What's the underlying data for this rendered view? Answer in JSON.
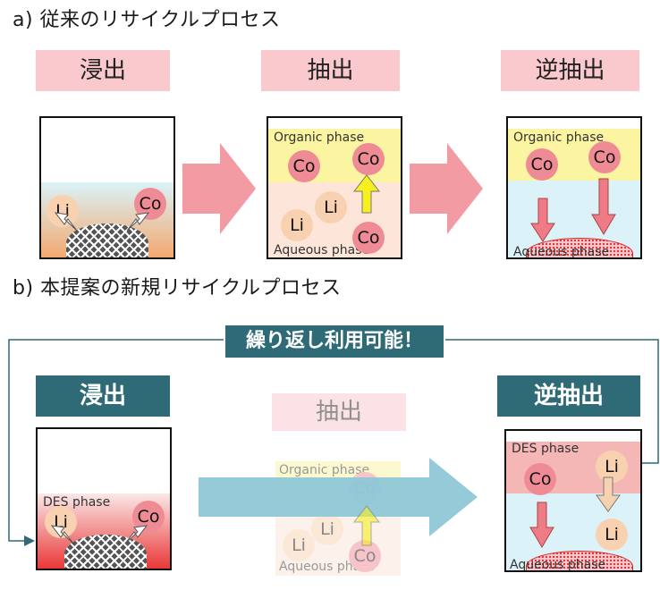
{
  "section_a": {
    "title": "a) 従来のリサイクルプロセス",
    "labels": [
      "浸出",
      "抽出",
      "逆抽出"
    ],
    "box2": {
      "organic": "Organic phase",
      "aqueous": "Aqueous phase",
      "items": [
        "Co",
        "Co",
        "Li",
        "Li",
        "Co"
      ]
    },
    "box3": {
      "organic": "Organic phase",
      "aqueous": "Aqueous phase",
      "items": [
        "Co",
        "Co"
      ]
    },
    "box1": {
      "items": [
        "Li",
        "Co"
      ]
    }
  },
  "section_b": {
    "title": "b) 本提案の新規リサイクルプロセス",
    "banner": "繰り返し利用可能！",
    "labels": [
      "浸出",
      "抽出",
      "逆抽出"
    ],
    "box1": {
      "phase": "DES phase",
      "items": [
        "Li",
        "Co"
      ]
    },
    "box2": {
      "organic": "Organic phase",
      "aqueous": "Aqueous phase",
      "items": [
        "Co",
        "Li",
        "Li",
        "Co"
      ]
    },
    "box3": {
      "phase": "DES phase",
      "aqueous": "Aqueous phase",
      "items": [
        "Co",
        "Li",
        "Li"
      ]
    }
  }
}
